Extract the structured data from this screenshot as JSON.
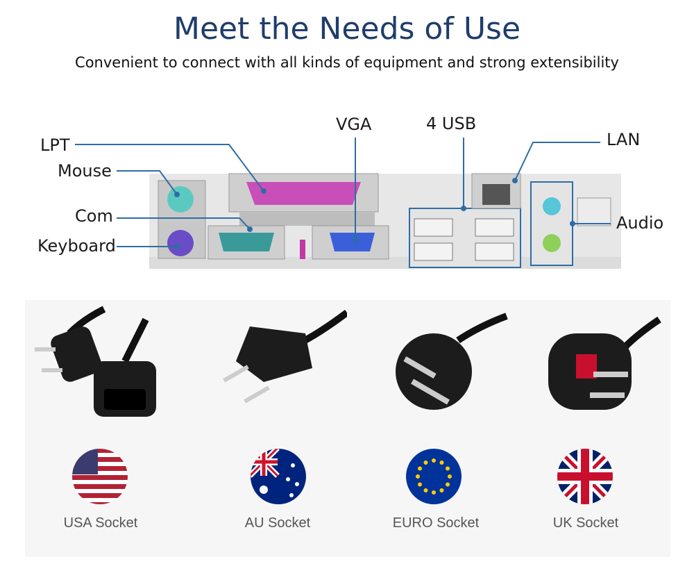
{
  "header": {
    "title": "Meet the Needs of Use",
    "subtitle": "Convenient to connect with all kinds of equipment and strong extensibility"
  },
  "ports": {
    "lpt": "LPT",
    "mouse": "Mouse",
    "com": "Com",
    "keyboard": "Keyboard",
    "vga": "VGA",
    "usb": "4 USB",
    "lan": "LAN",
    "audio": "Audio"
  },
  "colors": {
    "callout_line": "#2e6da4",
    "title": "#1f3d6b",
    "lpt_port": "#c94fb8",
    "com_port": "#3a9a9a",
    "vga_port": "#3b5fd9",
    "mouse_port": "#5cc9c0",
    "keyboard_port": "#6a4cc6"
  },
  "sockets": [
    {
      "label": "USA Socket",
      "flag": "usa-flag"
    },
    {
      "label": "AU Socket",
      "flag": "au-flag"
    },
    {
      "label": "EURO Socket",
      "flag": "eu-flag"
    },
    {
      "label": "UK Socket",
      "flag": "uk-flag"
    }
  ]
}
